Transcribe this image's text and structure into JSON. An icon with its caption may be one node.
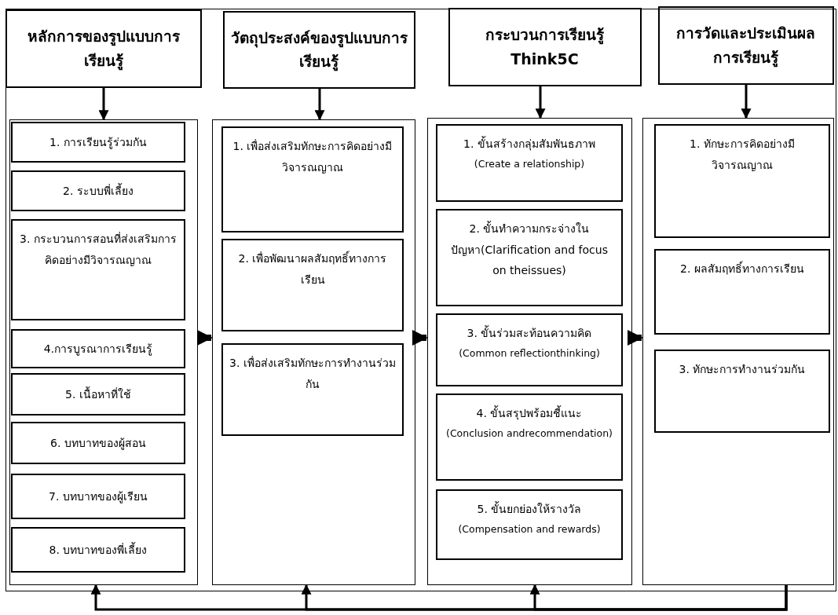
{
  "diagram": {
    "nodes": [
      {
        "text": [],
        "shape": "box"
      },
      {
        "text": [
          "หลักการของรูปแบบการเรียนรู้"
        ],
        "in": 0
      },
      {
        "text": [],
        "shape": "box",
        "in": 0
      },
      {
        "text": [
          "1. การเรียนรู้ร่วมกัน"
        ],
        "in": 2
      },
      {
        "text": [
          "2. ระบบพี่เลี้ยง"
        ],
        "in": 2
      },
      {
        "text": [
          "3. กระบวนการสอนที่ส่งเสริมการคิดอย่างมีวิจารณญาณ"
        ],
        "in": 2
      },
      {
        "text": [
          "4.การบูรณาการเรียนรู้"
        ],
        "in": 2
      },
      {
        "text": [
          "5. เนื้อหาที่ใช้"
        ],
        "in": 2
      },
      {
        "text": [
          "6. บทบาทของผู้สอน"
        ],
        "in": 2
      },
      {
        "text": [
          "7. บทบาทของผู้เรียน"
        ],
        "in": 2
      },
      {
        "text": [
          "8. บทบาทของพี่เลี้ยง"
        ],
        "in": 2
      },
      {
        "text": [
          "วัตถุประสงค์ของรูปแบบการเรียนรู้"
        ],
        "in": 0
      },
      {
        "text": [],
        "shape": "box",
        "in": 0
      },
      {
        "text": [
          "1. เพื่อส่งเสริมทักษะการคิดอย่างมีวิจารณญาณ"
        ],
        "in": 12
      },
      {
        "text": [
          "2. เพื่อพัฒนาผลสัมฤทธิ์ทางการเรียน"
        ],
        "in": 12
      },
      {
        "text": [
          "3. เพื่อส่งเสริมทักษะการทำงานร่วมกัน"
        ],
        "in": 12
      },
      {
        "text": [
          "กระบวนการเรียนรู้ Think5C"
        ],
        "in": 0
      },
      {
        "text": [],
        "shape": "box",
        "in": 0
      },
      {
        "text": [
          "1. ขั้นสร้างกลุ่มสัมพันธภาพ",
          "(Create a relationship)"
        ],
        "in": 17
      },
      {
        "text": [
          "2. ขั้นทำความกระจ่างในปัญหา(Clarification and focus on theissues)"
        ],
        "in": 17
      },
      {
        "text": [
          "3. ขั้นร่วมสะท้อนความคิด",
          "(Common reflectionthinking)"
        ],
        "in": 17
      },
      {
        "text": [
          "4. ขั้นสรุปพร้อมชี้แนะ",
          "(Conclusion andrecommendation)"
        ],
        "in": 17
      },
      {
        "text": [
          "5. ขั้นยกย่องให้รางวัล",
          "(Compensation and rewards)"
        ],
        "in": 17
      },
      {
        "text": [
          "การวัดและประเมินผลการเรียนรู้"
        ],
        "in": 0
      },
      {
        "text": [],
        "shape": "box",
        "in": 0
      },
      {
        "text": [
          "1. ทักษะการคิดอย่างมีวิจารณญาณ"
        ],
        "in": 24
      },
      {
        "text": [
          "2. ผลสัมฤทธิ์ทางการเรียน"
        ],
        "in": 24
      },
      {
        "text": [
          "3. ทักษะการทำงานร่วมกัน"
        ],
        "in": 24
      }
    ],
    "edges": [
      {
        "from": 1,
        "to": 2,
        "arrow": "to"
      },
      {
        "from": 11,
        "to": 12,
        "arrow": "to"
      },
      {
        "from": 16,
        "to": 17,
        "arrow": "to"
      },
      {
        "from": 23,
        "to": 24,
        "arrow": "to"
      },
      {
        "from": 2,
        "to": 12,
        "arrow": "to",
        "style": "thick"
      },
      {
        "from": 12,
        "to": 17,
        "arrow": "to",
        "style": "thick"
      },
      {
        "from": 17,
        "to": 24,
        "arrow": "to",
        "style": "thick"
      },
      {
        "from": 24,
        "to": 2,
        "arrow": "to"
      },
      {
        "from": 24,
        "to": 12,
        "arrow": "to"
      },
      {
        "from": 24,
        "to": 17,
        "arrow": "to"
      }
    ]
  }
}
